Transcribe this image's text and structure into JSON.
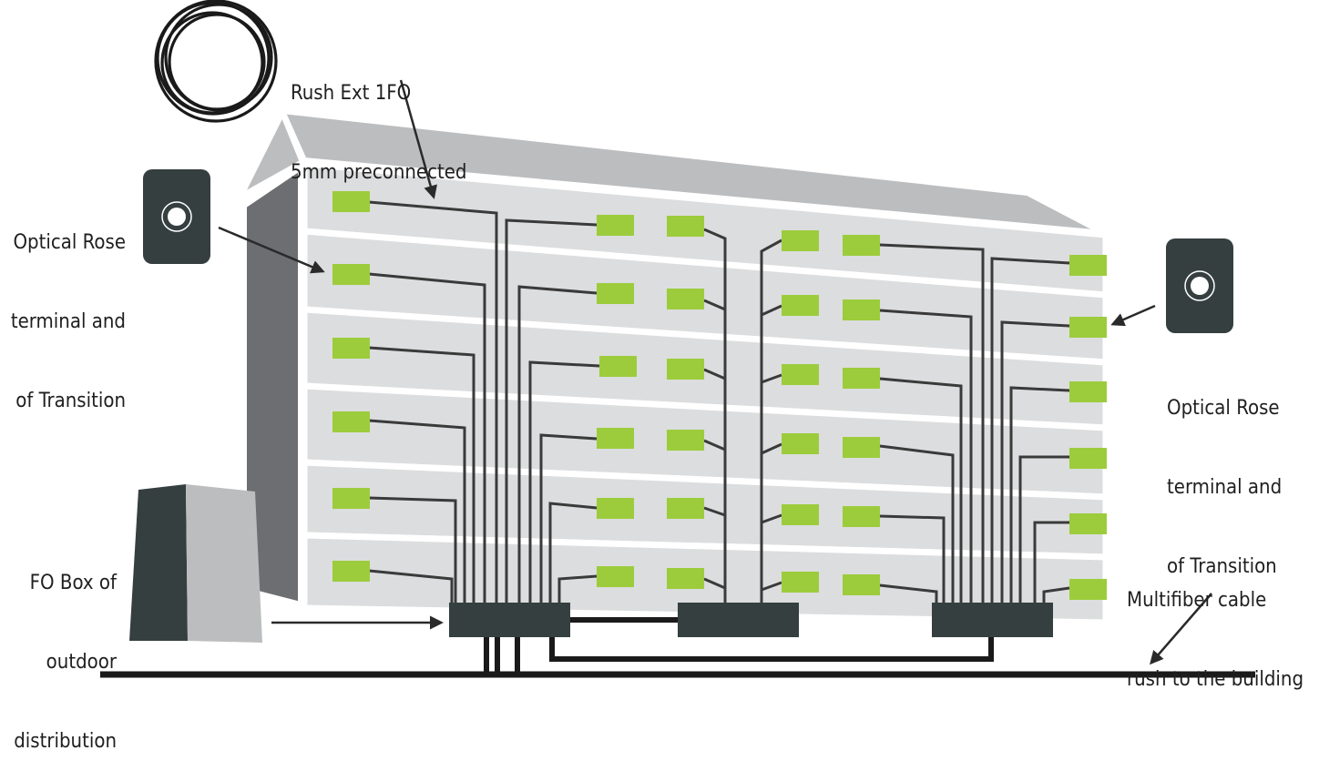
{
  "labels": {
    "rush_ext": [
      "Rush Ext 1FO",
      "5mm preconnected"
    ],
    "optical_rose_left": [
      "Optical Rose",
      "terminal and",
      "of Transition"
    ],
    "optical_rose_right": [
      "Optical Rose",
      "terminal and",
      "of Transition"
    ],
    "fo_box": [
      "FO Box of",
      "outdoor",
      "distribution"
    ],
    "multifiber": [
      "Multifiber cable",
      "rush to the building"
    ]
  },
  "colors": {
    "terminal_green": "#9ccc3c",
    "wall_light": "#dcddde",
    "wall_dark": "#6d6e71",
    "roof": "#bcbdbf",
    "device_dark": "#353f3f",
    "cable": "#3a3a3a"
  },
  "icons": {
    "cable_coil": "cable-coil-icon",
    "optical_rose_device": "optical-rose-device-icon",
    "fo_box": "fo-box-icon"
  }
}
